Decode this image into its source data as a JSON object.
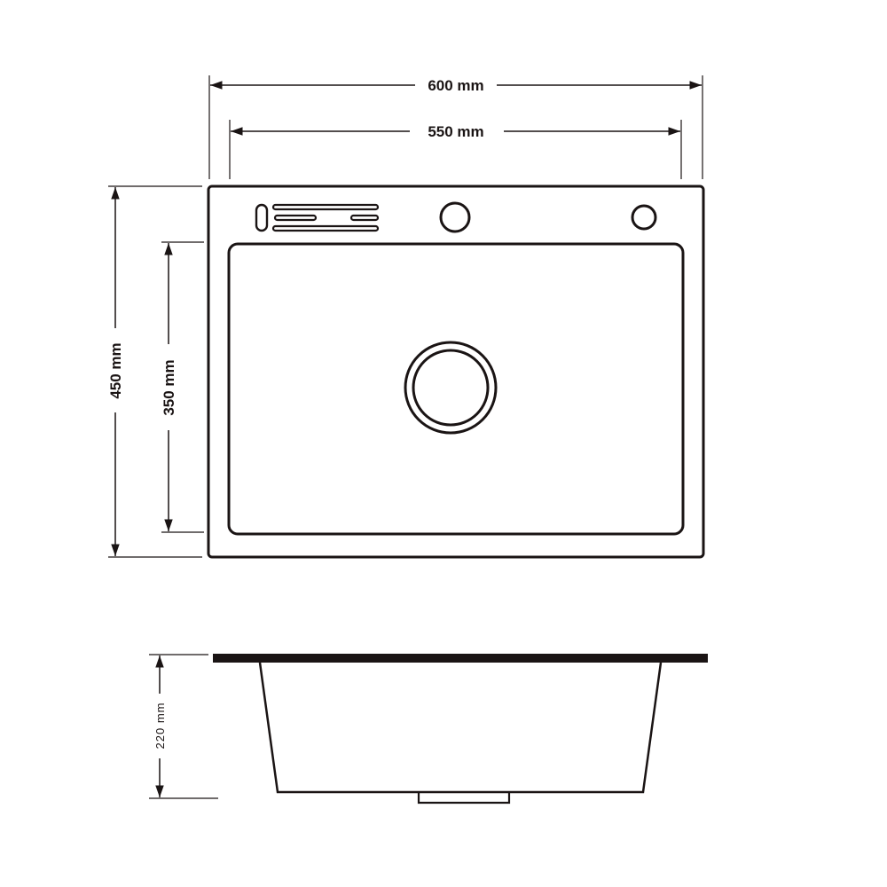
{
  "dimensions": {
    "overall_width": "600 mm",
    "bowl_width": "550 mm",
    "overall_depth": "450 mm",
    "bowl_depth": "350 mm",
    "bowl_height": "220 mm"
  },
  "colors": {
    "line": "#1a1414",
    "background": "#ffffff"
  }
}
